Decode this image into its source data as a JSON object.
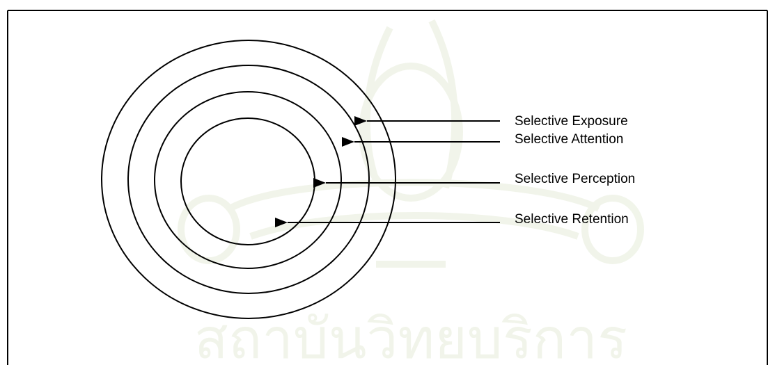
{
  "diagram": {
    "labels": [
      "Selective Exposure",
      "Selective Attention",
      "Selective Perception",
      "Selective Retention"
    ],
    "watermark_text": "สถาบันวิทยบริการ",
    "colors": {
      "stroke": "#000000",
      "background": "#ffffff",
      "watermark": "#e6ecd9"
    }
  }
}
